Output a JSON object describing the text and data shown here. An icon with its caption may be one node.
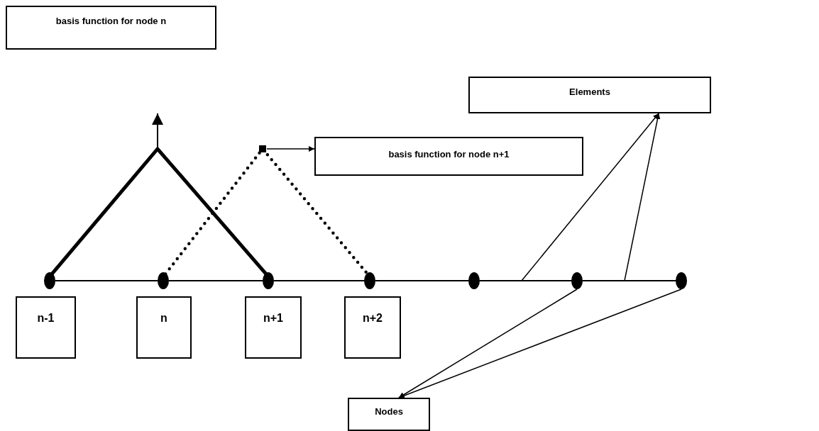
{
  "diagram": {
    "nodes": [
      {
        "text": [
          "basis function for node n"
        ]
      },
      {
        "text": [
          "Elements"
        ]
      },
      {
        "text": [
          "basis function for node n+1"
        ]
      },
      {
        "text": [
          "n-1"
        ]
      },
      {
        "text": [
          "n"
        ]
      },
      {
        "text": [
          "n+1"
        ]
      },
      {
        "text": [
          "n+2"
        ]
      },
      {
        "text": [
          "Nodes"
        ]
      },
      {
        "text": [],
        "shape": "circle"
      },
      {
        "text": [],
        "shape": "circle"
      },
      {
        "text": [],
        "shape": "circle"
      },
      {
        "text": [],
        "shape": "circle"
      },
      {
        "text": [],
        "shape": "circle"
      },
      {
        "text": [],
        "shape": "circle"
      },
      {
        "text": [],
        "shape": "circle"
      }
    ],
    "edges": [
      {
        "from": null,
        "to": 1,
        "arrow": "to"
      },
      {
        "from": null,
        "to": 1,
        "arrow": "to"
      },
      {
        "from": 13,
        "to": 7,
        "arrow": "to"
      },
      {
        "from": 14,
        "to": 7,
        "arrow": "to"
      },
      {
        "from": null,
        "to": 2,
        "arrow": "to"
      },
      {
        "from": 8,
        "to": 9,
        "arrow": "none"
      },
      {
        "from": 9,
        "to": 10,
        "arrow": "none"
      },
      {
        "from": 10,
        "to": 11,
        "arrow": "none"
      },
      {
        "from": 11,
        "to": 12,
        "arrow": "none"
      },
      {
        "from": 12,
        "to": 13,
        "arrow": "none"
      },
      {
        "from": 13,
        "to": 14,
        "arrow": "none"
      },
      {
        "from": 8,
        "to": 10,
        "arrow": "none",
        "style": "thick"
      },
      {
        "from": 9,
        "to": 11,
        "arrow": "none",
        "style": "dashed"
      }
    ]
  }
}
